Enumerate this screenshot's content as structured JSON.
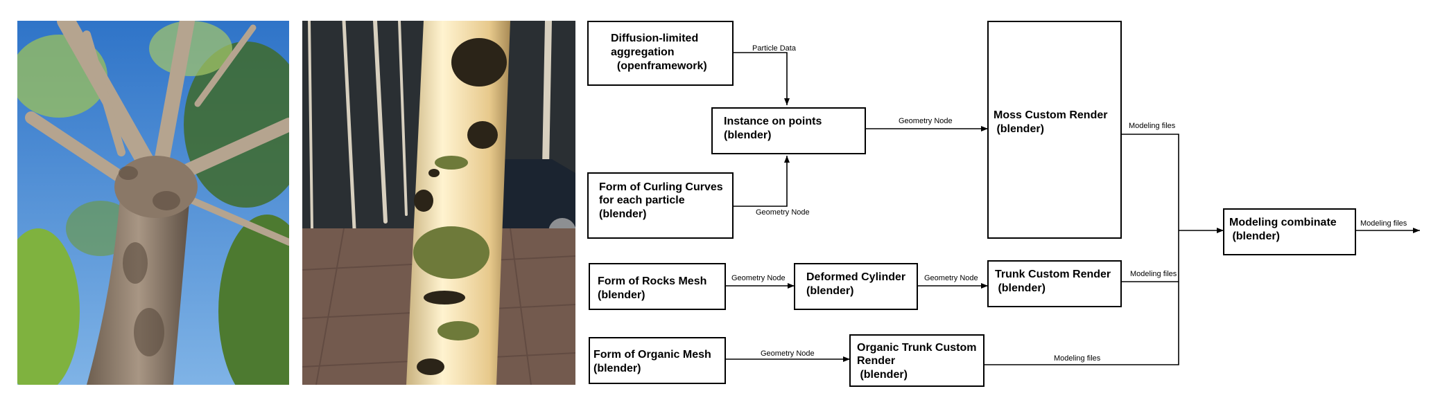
{
  "figure": {
    "photos": [
      {
        "subject": "sycamore-tree-trunk-photo"
      },
      {
        "subject": "birch-tree-trunk-night-photo"
      }
    ],
    "colors": {
      "box_border": "#000000",
      "arrow": "#000000",
      "sky": "#3f86d4",
      "bark_plane": "#8a7a6a",
      "birch_bark": "#f4e6c2",
      "pavement": "#7a5e52"
    }
  },
  "diagram": {
    "nodes": [
      {
        "id": "dla",
        "lines": [
          "Diffusion-limited",
          "aggregation",
          "  (openframework)"
        ]
      },
      {
        "id": "instance",
        "lines": [
          "Instance on points",
          "(blender)"
        ]
      },
      {
        "id": "curling",
        "lines": [
          "Form of Curling Curves",
          "for each particle",
          "(blender)"
        ]
      },
      {
        "id": "moss",
        "lines": [
          "Moss Custom Render",
          " (blender)"
        ]
      },
      {
        "id": "rocks",
        "lines": [
          "Form of Rocks Mesh",
          "(blender)"
        ]
      },
      {
        "id": "deformed",
        "lines": [
          "Deformed Cylinder",
          "(blender)"
        ]
      },
      {
        "id": "trunk",
        "lines": [
          "Trunk Custom Render",
          " (blender)"
        ]
      },
      {
        "id": "organic_mesh",
        "lines": [
          "Form of Organic Mesh",
          "(blender)"
        ]
      },
      {
        "id": "organic_trunk",
        "lines": [
          "Organic Trunk Custom",
          "Render",
          " (blender)"
        ]
      },
      {
        "id": "combinate",
        "lines": [
          "Modeling combinate",
          " (blender)"
        ]
      }
    ],
    "edges": [
      {
        "id": "e1",
        "from": "dla",
        "to": "instance",
        "label": "Particle Data"
      },
      {
        "id": "e2",
        "from": "curling",
        "to": "instance",
        "label": "Geometry Node"
      },
      {
        "id": "e3",
        "from": "instance",
        "to": "moss",
        "label": "Geometry Node"
      },
      {
        "id": "e4",
        "from": "rocks",
        "to": "deformed",
        "label": "Geometry Node"
      },
      {
        "id": "e5",
        "from": "deformed",
        "to": "trunk",
        "label": "Geometry Node"
      },
      {
        "id": "e6",
        "from": "organic_mesh",
        "to": "organic_trunk",
        "label": "Geometry Node"
      },
      {
        "id": "e7",
        "from": "moss",
        "to": "combinate",
        "label": "Modeling files"
      },
      {
        "id": "e8",
        "from": "trunk",
        "to": "combinate",
        "label": "Modeling files"
      },
      {
        "id": "e9",
        "from": "organic_trunk",
        "to": "combinate",
        "label": "Modeling files"
      },
      {
        "id": "e10",
        "from": "combinate",
        "to": "",
        "label": "Modeling files"
      }
    ]
  }
}
